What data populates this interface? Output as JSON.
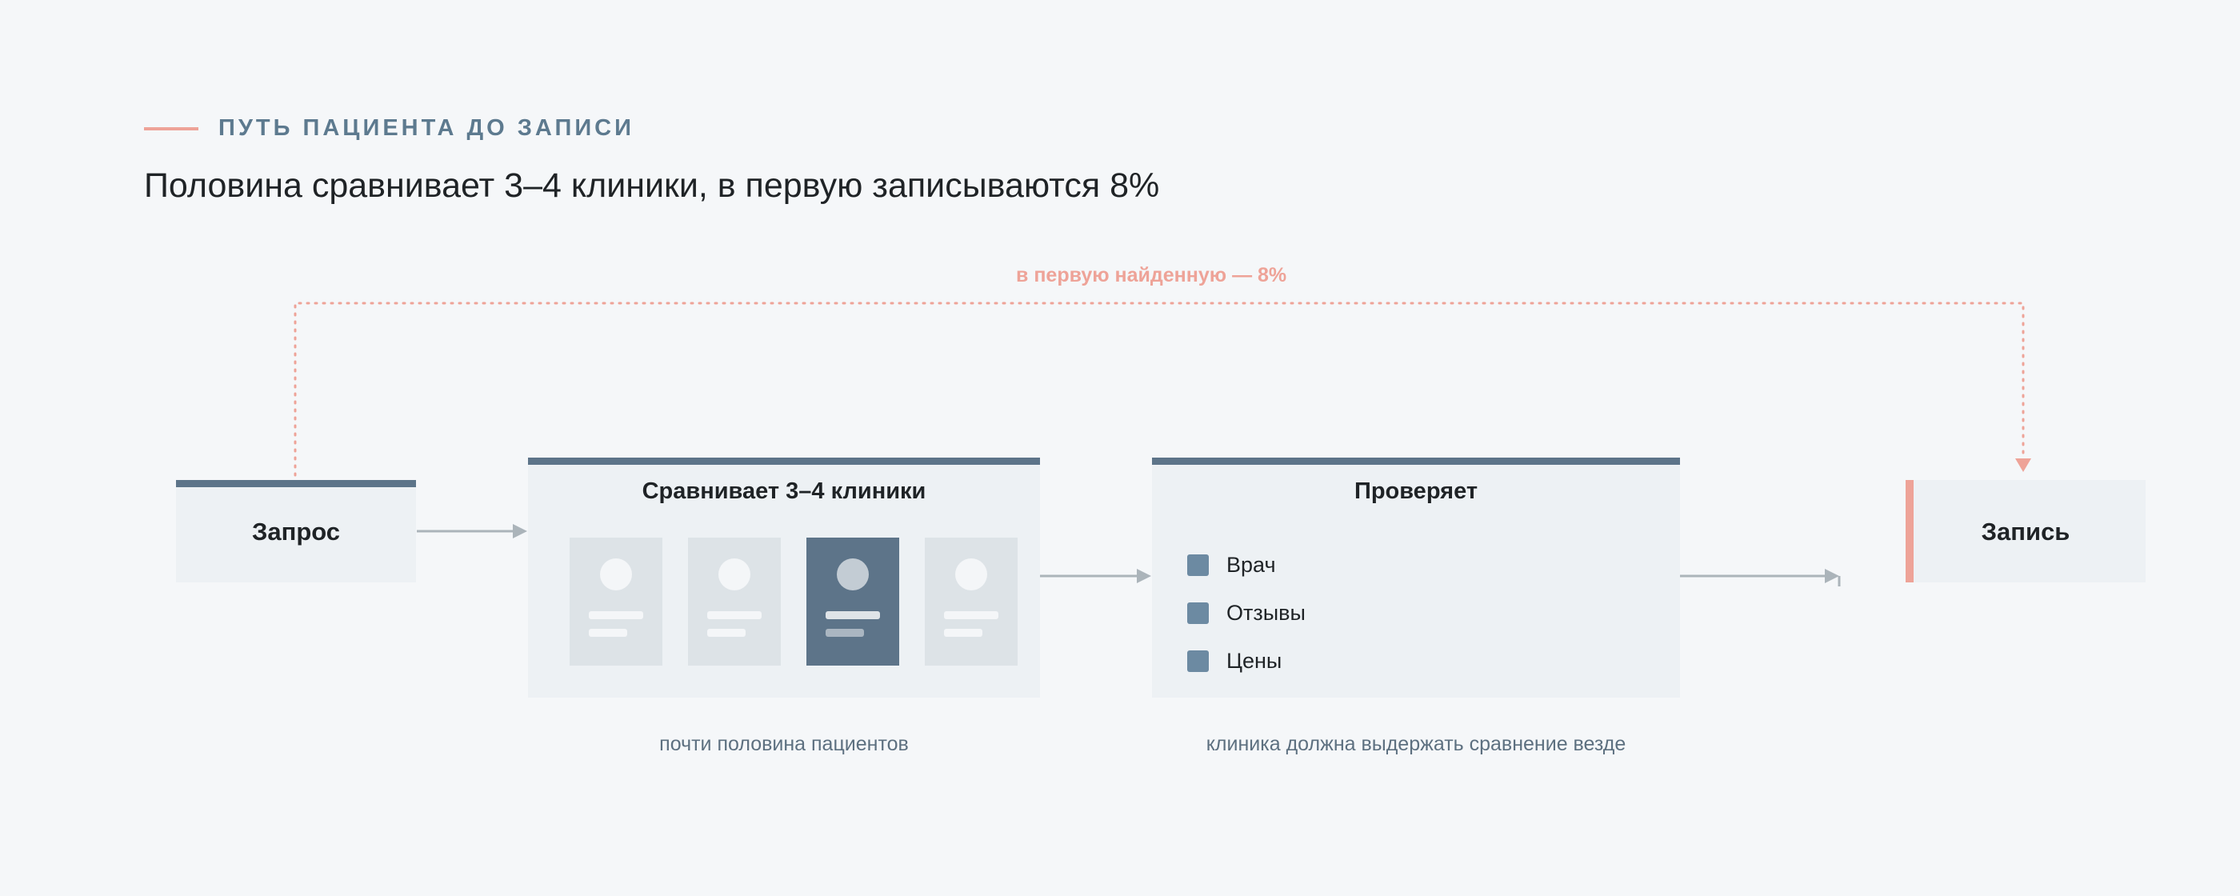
{
  "section": {
    "eyebrow": "ПУТЬ ПАЦИЕНТА ДО ЗАПИСИ",
    "headline": "Половина сравнивает 3–4 клиники, в первую записываются 8%"
  },
  "flow": {
    "shortcut_label": "в первую найденную — 8%",
    "steps": {
      "request": {
        "title": "Запрос"
      },
      "compare": {
        "title": "Сравнивает 3–4 клиники",
        "caption": "почти половина пациентов",
        "cards": [
          {
            "state": "inactive"
          },
          {
            "state": "inactive"
          },
          {
            "state": "selected"
          },
          {
            "state": "inactive"
          }
        ]
      },
      "verify": {
        "title": "Проверяет",
        "caption": "клиника должна выдержать сравнение везде",
        "items": [
          "Врач",
          "Отзывы",
          "Цены"
        ]
      },
      "booking": {
        "title": "Запись"
      }
    }
  },
  "colors": {
    "accent": "#eea398",
    "node_header": "#5d7489",
    "node_background": "#edf1f4",
    "checkbox": "#6c8aa2",
    "connector": "#abb4ba",
    "page_background": "#f5f7f9"
  }
}
